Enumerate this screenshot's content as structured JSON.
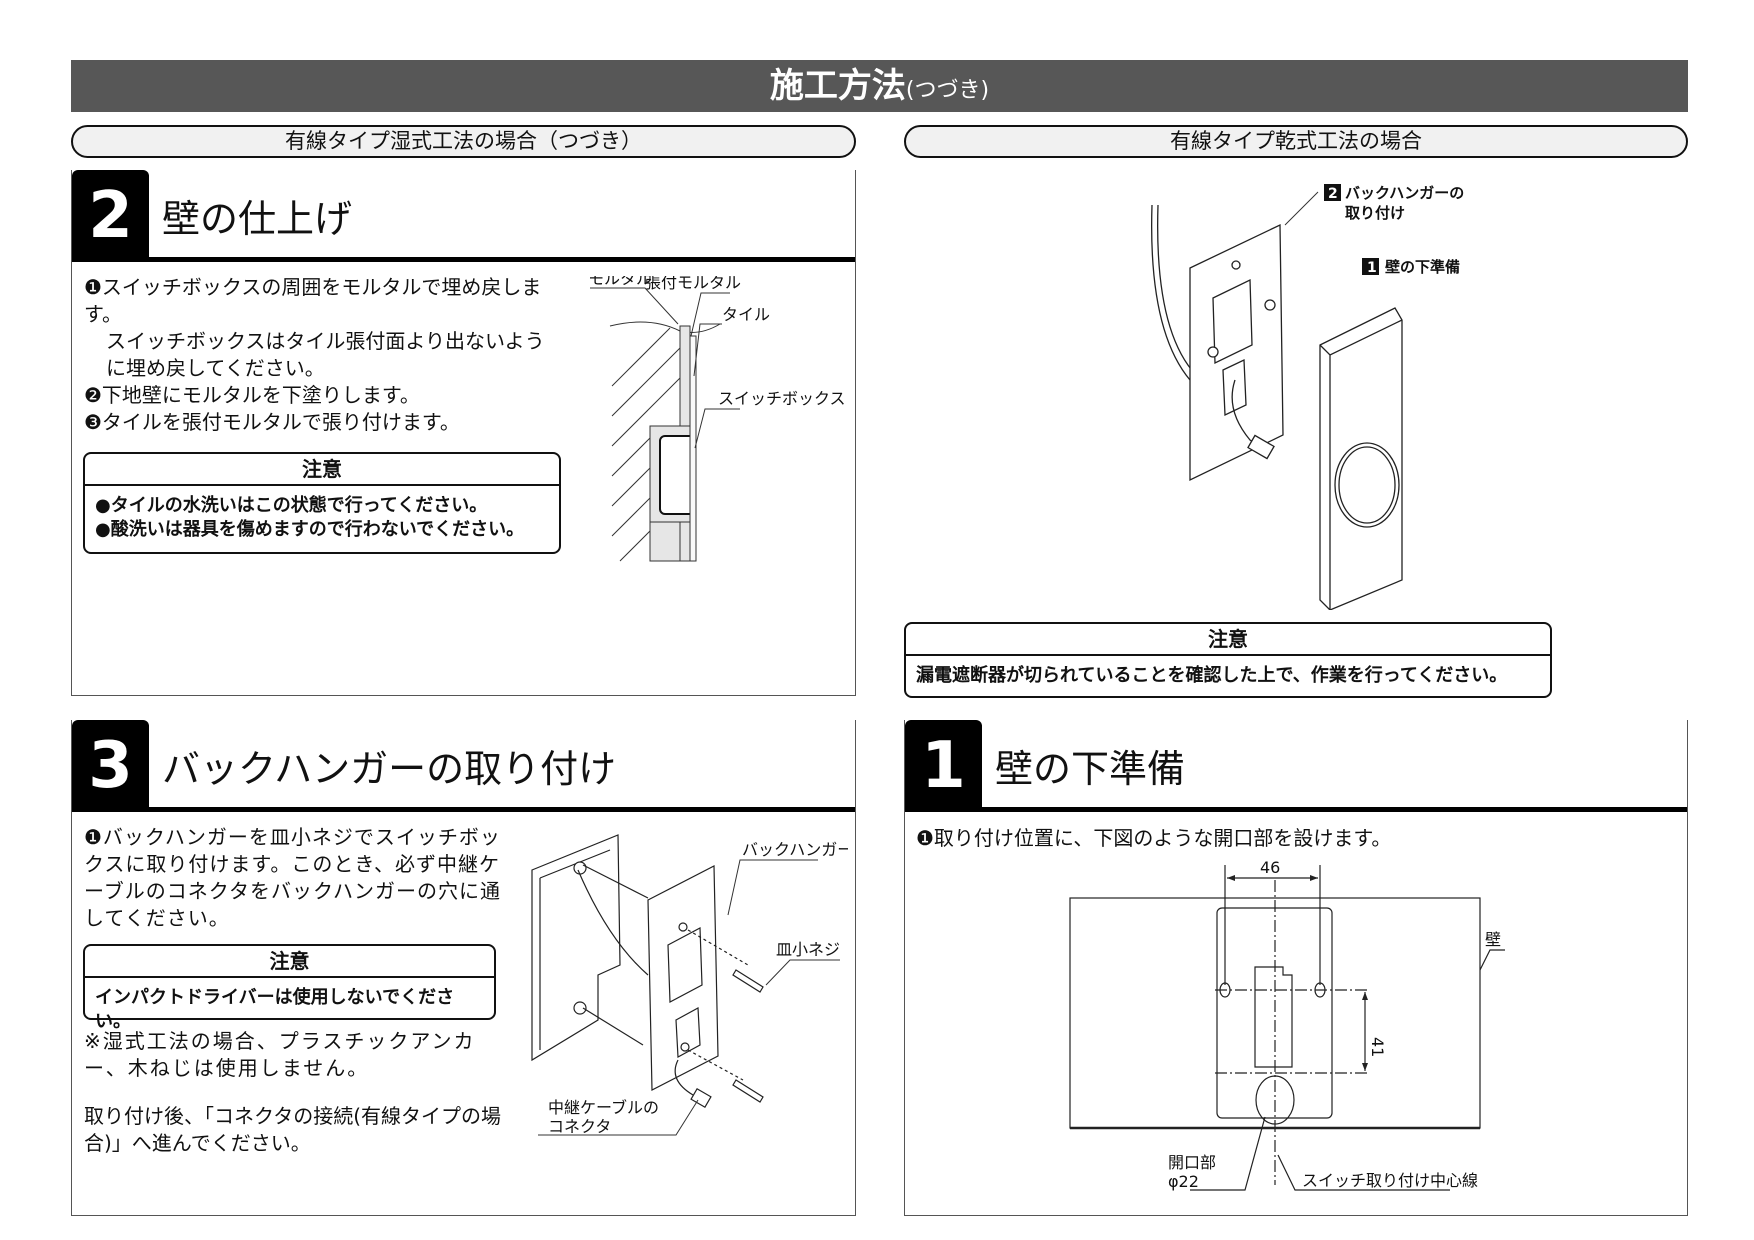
{
  "header": {
    "title": "施工方法",
    "subtitle": "(つづき)"
  },
  "left_banner": "有線タイプ湿式工法の場合（つづき）",
  "right_banner": "有線タイプ乾式工法の場合",
  "step2": {
    "number": "2",
    "title": "壁の仕上げ",
    "items": [
      "❶スイッチボックスの周囲をモルタルで埋め戻します。",
      "スイッチボックスはタイル張付面より出ないように埋め戻してください。",
      "❷下地壁にモルタルを下塗りします。",
      "❸タイルを張付モルタルで張り付けます。"
    ],
    "note": {
      "heading": "注意",
      "lines": [
        "●タイルの水洗いはこの状態で行ってください。",
        "●酸洗いは器具を傷めますので行わないでください。"
      ]
    },
    "diagram_labels": {
      "mortar": "モルタル",
      "adhesive_mortar": "張付モルタル",
      "tile": "タイル",
      "switch_box": "スイッチボックス"
    }
  },
  "step3": {
    "number": "3",
    "title": "バックハンガーの取り付け",
    "items": [
      "❶バックハンガーを皿小ネジでスイッチボックスに取り付けます。このとき、必ず中継ケーブルのコネクタをバックハンガーの穴に通してください。"
    ],
    "note": {
      "heading": "注意",
      "lines": [
        "インパクトドライバーは使用しないでください。"
      ]
    },
    "footnote": "※湿式工法の場合、プラスチックアンカー、木ねじは使用しません。",
    "after": "取り付け後、「コネクタの接続(有線タイプの場合)」へ進んでください。",
    "diagram_labels": {
      "back_hanger": "バックハンガー",
      "screw": "皿小ネジ",
      "connector_1": "中継ケーブルの",
      "connector_2": "コネクタ"
    }
  },
  "dry": {
    "labels": {
      "step2_num": "2",
      "step2_1": "バックハンガーの",
      "step2_2": "取り付け",
      "step1_num": "1",
      "step1": "壁の下準備"
    },
    "note": {
      "heading": "注意",
      "lines": [
        "漏電遮断器が切られていることを確認した上で、作業を行ってください。"
      ]
    }
  },
  "step1": {
    "number": "1",
    "title": "壁の下準備",
    "items": [
      "❶取り付け位置に、下図のような開口部を設けます。"
    ],
    "diagram_labels": {
      "width": "46",
      "height": "41",
      "wall": "壁",
      "opening_1": "開口部",
      "opening_2": "φ22",
      "center_line": "スイッチ取り付け中心線"
    }
  }
}
